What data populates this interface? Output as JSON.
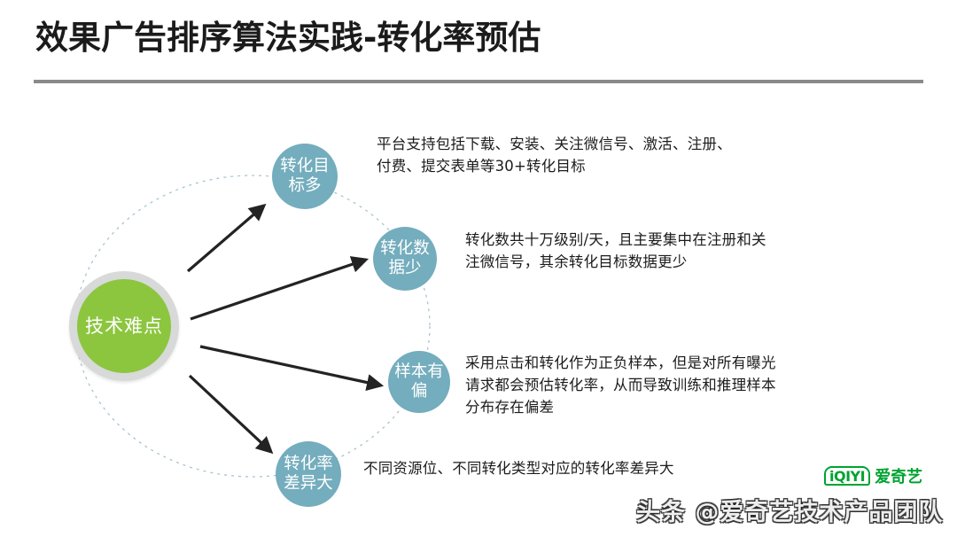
{
  "slide": {
    "title": "效果广告排序算法实践-转化率预估"
  },
  "diagram": {
    "core_node": {
      "label": "技术难点",
      "color": "#8cc63f",
      "ring_color": "#d8d9d9"
    },
    "branch_color": "#74adbd",
    "arrow_color": "#232323",
    "orbit_color": "#a9c5cf",
    "branches": [
      {
        "id": "b1",
        "label": "转化目\n标多",
        "description": "平台支持包括下载、安装、关注微信号、激活、注册、\n付费、提交表单等30+转化目标"
      },
      {
        "id": "b2",
        "label": "转化数\n据少",
        "description": "转化数共十万级别/天，且主要集中在注册和关\n注微信号，其余转化目标数据更少"
      },
      {
        "id": "b3",
        "label": "样本有\n偏",
        "description": "采用点击和转化作为正负样本，但是对所有曝光\n请求都会预估转化率，从而导致训练和推理样本\n分布存在偏差"
      },
      {
        "id": "b4",
        "label": "转化率\n差异大",
        "description": "不同资源位、不同转化类型对应的转化率差异大"
      }
    ]
  },
  "branding": {
    "logo_mark": "iQIYI",
    "logo_name": "爱奇艺",
    "logo_color": "#00a331"
  },
  "watermark": {
    "text": "头条 @爱奇艺技术产品团队"
  }
}
